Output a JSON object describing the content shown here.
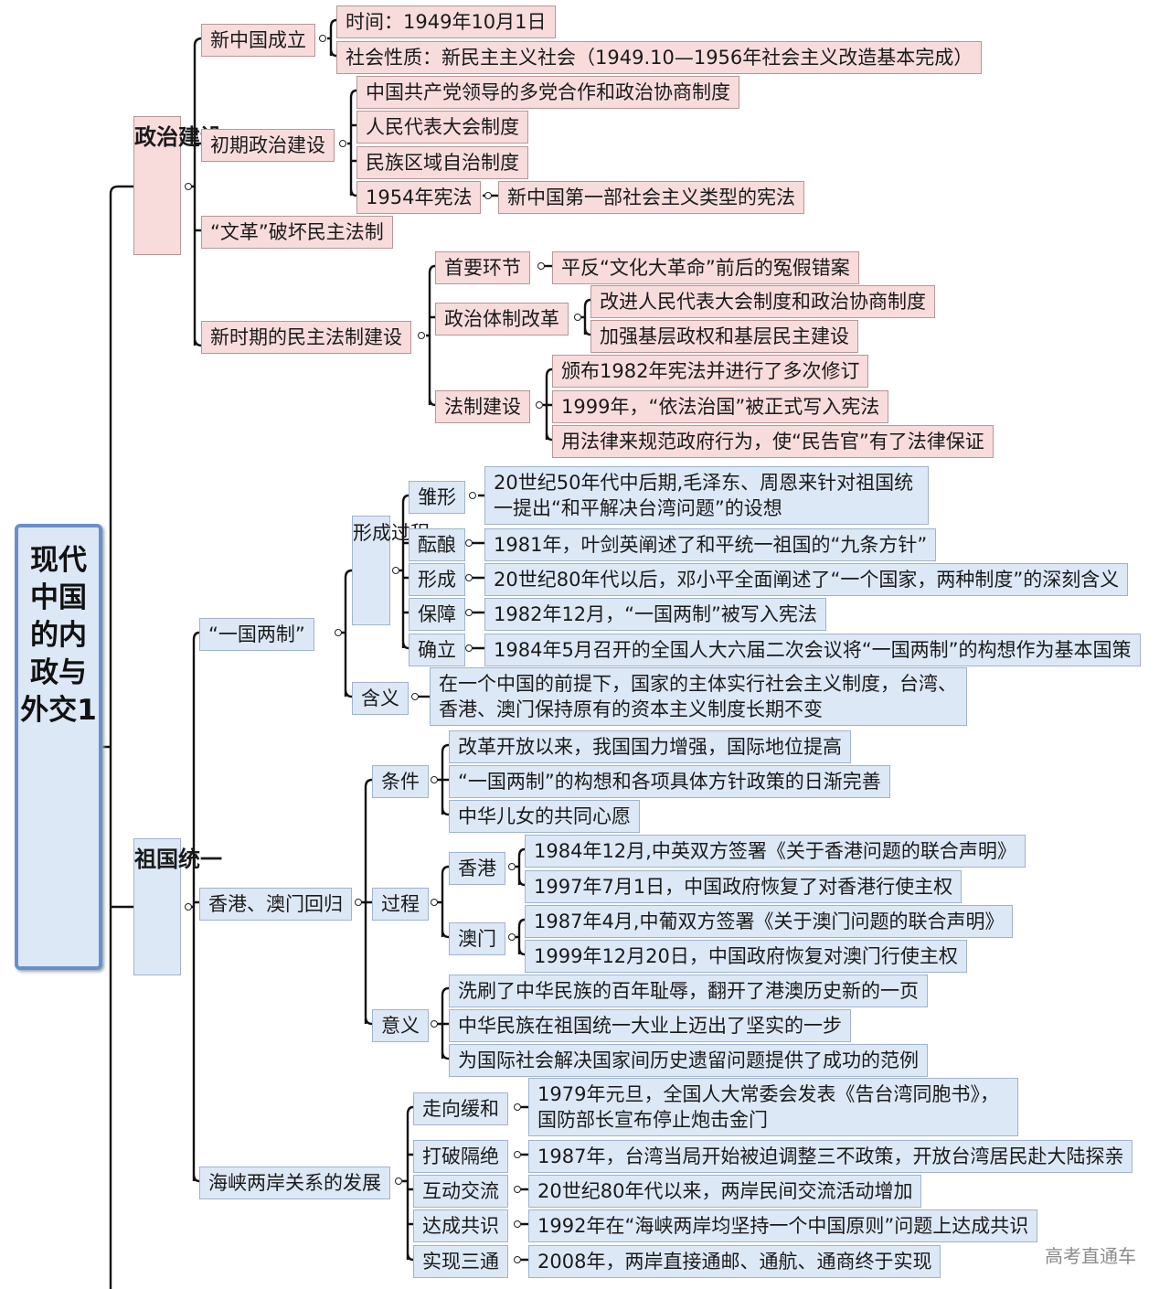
{
  "root": "现代中国的内政与外交1",
  "politics": {
    "title": "政治建设",
    "founding": {
      "label": "新中国成立",
      "time": "时间：1949年10月1日",
      "society": "社会性质：新民主主义社会（1949.10—1956年社会主义改造基本完成）"
    },
    "early": {
      "label": "初期政治建设",
      "items": [
        "中国共产党领导的多党合作和政治协商制度",
        "人民代表大会制度",
        "民族区域自治制度"
      ],
      "constitution": "1954年宪法",
      "constitution_note": "新中国第一部社会主义类型的宪法"
    },
    "cultural_revolution": "“文革”破坏民主法制",
    "new_era": {
      "label": "新时期的民主法制建设",
      "first_step": "首要环节",
      "first_step_note": "平反“文化大革命”前后的冤假错案",
      "reform": "政治体制改革",
      "reform_items": [
        "改进人民代表大会制度和政治协商制度",
        "加强基层政权和基层民主建设"
      ],
      "law": "法制建设",
      "law_items": [
        "颁布1982年宪法并进行了多次修订",
        "1999年，“依法治国”被正式写入宪法",
        "用法律来规范政府行为，使“民告官”有了法律保证"
      ]
    }
  },
  "unification": {
    "title": "祖国统一",
    "one_country": {
      "label": "“一国两制”",
      "process": "形成过程",
      "stages": [
        {
          "label": "雏形",
          "text": "20世纪50年代中后期,毛泽东、周恩来针对祖国统一提出“和平解决台湾问题”的设想"
        },
        {
          "label": "酝酿",
          "text": "1981年，叶剑英阐述了和平统一祖国的“九条方针”"
        },
        {
          "label": "形成",
          "text": "20世纪80年代以后，邓小平全面阐述了“一个国家，两种制度”的深刻含义"
        },
        {
          "label": "保障",
          "text": "1982年12月，“一国两制”被写入宪法"
        },
        {
          "label": "确立",
          "text": "1984年5月召开的全国人大六届二次会议将“一国两制”的构想作为基本国策"
        }
      ],
      "meaning": "含义",
      "meaning_text": "在一个中国的前提下，国家的主体实行社会主义制度，台湾、香港、澳门保持原有的资本主义制度长期不变"
    },
    "return": {
      "label": "香港、澳门回归",
      "conditions": "条件",
      "condition_items": [
        "改革开放以来，我国国力增强，国际地位提高",
        "“一国两制”的构想和各项具体方针政策的日渐完善",
        "中华儿女的共同心愿"
      ],
      "process": "过程",
      "hk": "香港",
      "hk_items": [
        "1984年12月,中英双方签署《关于香港问题的联合声明》",
        "1997年7月1日，中国政府恢复了对香港行使主权"
      ],
      "macau": "澳门",
      "macau_items": [
        "1987年4月,中葡双方签署《关于澳门问题的联合声明》",
        "1999年12月20日，中国政府恢复对澳门行使主权"
      ],
      "significance": "意义",
      "significance_items": [
        "洗刷了中华民族的百年耻辱，翻开了港澳历史新的一页",
        "中华民族在祖国统一大业上迈出了坚实的一步",
        "为国际社会解决国家间历史遗留问题提供了成功的范例"
      ]
    },
    "strait": {
      "label": "海峡两岸关系的发展",
      "stages": [
        {
          "label": "走向缓和",
          "text": "1979年元旦，全国人大常委会发表《告台湾同胞书》，国防部长宣布停止炮击金门"
        },
        {
          "label": "打破隔绝",
          "text": "1987年，台湾当局开始被迫调整三不政策，开放台湾居民赴大陆探亲"
        },
        {
          "label": "互动交流",
          "text": "20世纪80年代以来，两岸民间交流活动增加"
        },
        {
          "label": "达成共识",
          "text": "1992年在“海峡两岸均坚持一个中国原则”问题上达成共识"
        },
        {
          "label": "实现三通",
          "text": "2008年，两岸直接通邮、通航、通商终于实现"
        }
      ]
    }
  },
  "watermark": "高考直通车"
}
